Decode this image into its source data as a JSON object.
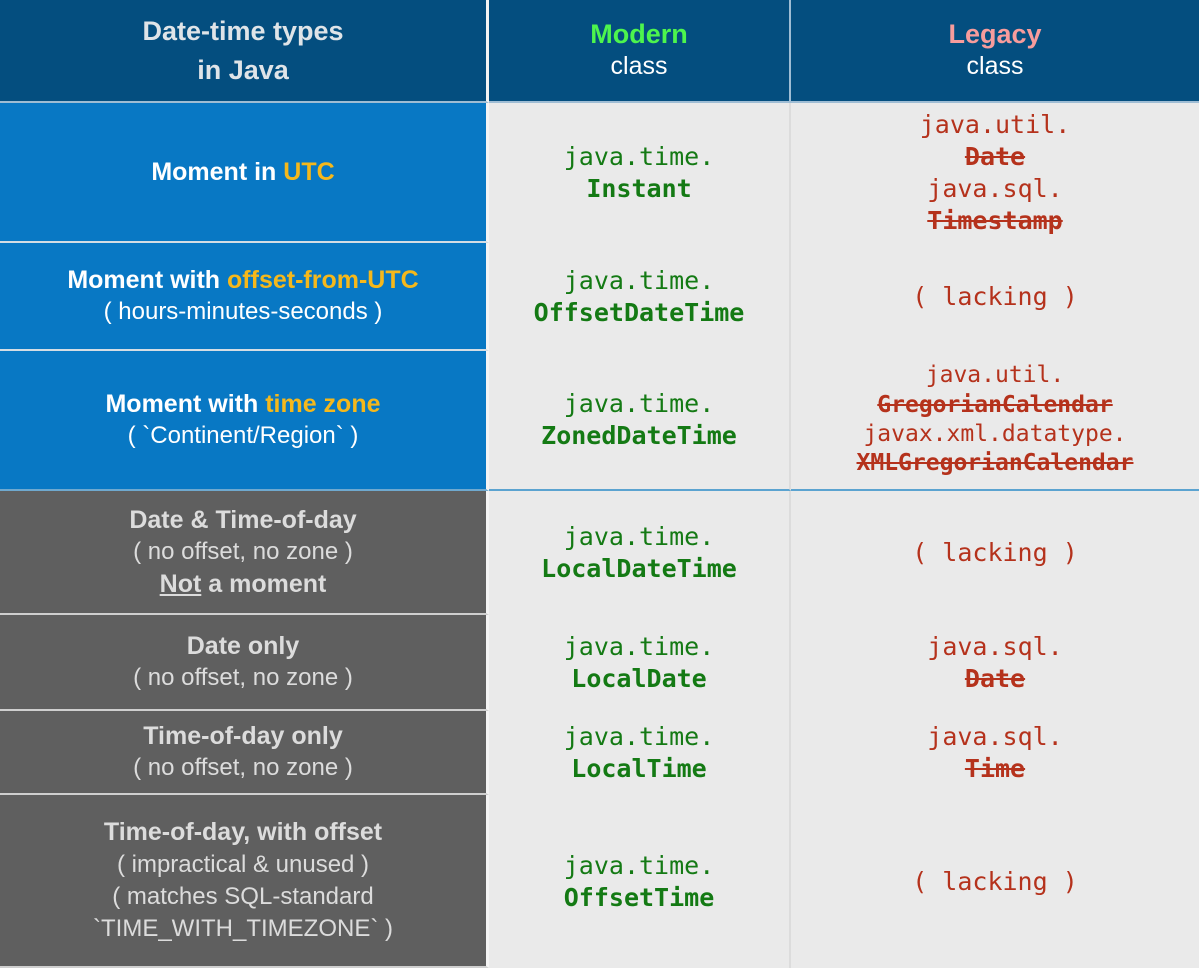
{
  "header": {
    "col1_line1": "Date-time types",
    "col1_line2": "in Java",
    "col2_accent": "Modern",
    "col2_sub": "class",
    "col3_accent": "Legacy",
    "col3_sub": "class"
  },
  "colors": {
    "header_bg": "#044E7F",
    "moment_row_bg": "#0878C4",
    "not_moment_row_bg": "#5F5F5F",
    "code_cell_bg": "#EAEAEA",
    "modern_accent": "#4DF54D",
    "legacy_accent": "#F79C9C",
    "highlight_amber": "#F5B81B",
    "modern_code": "#147A14",
    "legacy_code": "#B5321C",
    "section_divider": "#5BA3D0"
  },
  "rows": [
    {
      "section": "moment",
      "desc_main_pre": "Moment in ",
      "desc_main_hl": "UTC",
      "desc_main_post": "",
      "desc_sub": "",
      "desc_sub2": "",
      "desc_sub3": "",
      "modern": [
        {
          "pkg": "java.time.",
          "cls": "Instant"
        }
      ],
      "legacy": [
        {
          "pkg": "java.util.",
          "cls": "Date"
        },
        {
          "pkg": "java.sql.",
          "cls": "Timestamp"
        }
      ],
      "legacy_lacking": ""
    },
    {
      "section": "moment",
      "desc_main_pre": "Moment with ",
      "desc_main_hl": "offset-from-UTC",
      "desc_main_post": "",
      "desc_sub": "( hours-minutes-seconds )",
      "desc_sub2": "",
      "desc_sub3": "",
      "modern": [
        {
          "pkg": "java.time.",
          "cls": "OffsetDateTime"
        }
      ],
      "legacy": [],
      "legacy_lacking": "( lacking )"
    },
    {
      "section": "moment",
      "desc_main_pre": "Moment with ",
      "desc_main_hl": "time zone",
      "desc_main_post": "",
      "desc_sub": "( `Continent/Region` )",
      "desc_sub2": "",
      "desc_sub3": "",
      "modern": [
        {
          "pkg": "java.time.",
          "cls": "ZonedDateTime"
        }
      ],
      "legacy": [
        {
          "pkg": "java.util.",
          "cls": "GregorianCalendar"
        },
        {
          "pkg": "javax.xml.datatype.",
          "cls": "XMLGregorianCalendar"
        }
      ],
      "legacy_lacking": ""
    },
    {
      "section": "not-a-moment",
      "desc_main_pre": "Date & Time-of-day",
      "desc_main_hl": "",
      "desc_main_post": "",
      "desc_sub": "( no offset, no zone )",
      "desc_sub2": "",
      "desc_sub3": "",
      "desc_main2_underline": "Not",
      "desc_main2_rest": " a moment",
      "modern": [
        {
          "pkg": "java.time.",
          "cls": "LocalDateTime"
        }
      ],
      "legacy": [],
      "legacy_lacking": "( lacking )"
    },
    {
      "section": "not-a-moment",
      "desc_main_pre": "Date only",
      "desc_main_hl": "",
      "desc_main_post": "",
      "desc_sub": "( no offset, no zone )",
      "desc_sub2": "",
      "desc_sub3": "",
      "modern": [
        {
          "pkg": "java.time.",
          "cls": "LocalDate"
        }
      ],
      "legacy": [
        {
          "pkg": "java.sql.",
          "cls": "Date"
        }
      ],
      "legacy_lacking": ""
    },
    {
      "section": "not-a-moment",
      "desc_main_pre": "Time-of-day only",
      "desc_main_hl": "",
      "desc_main_post": "",
      "desc_sub": "( no offset, no zone )",
      "desc_sub2": "",
      "desc_sub3": "",
      "modern": [
        {
          "pkg": "java.time.",
          "cls": "LocalTime"
        }
      ],
      "legacy": [
        {
          "pkg": "java.sql.",
          "cls": "Time"
        }
      ],
      "legacy_lacking": ""
    },
    {
      "section": "not-a-moment",
      "desc_main_pre": "Time-of-day, with offset",
      "desc_main_hl": "",
      "desc_main_post": "",
      "desc_sub": "( impractical & unused )",
      "desc_sub2": "( matches SQL-standard",
      "desc_sub3": "`TIME_WITH_TIMEZONE` )",
      "modern": [
        {
          "pkg": "java.time.",
          "cls": "OffsetTime"
        }
      ],
      "legacy": [],
      "legacy_lacking": "( lacking )"
    }
  ]
}
